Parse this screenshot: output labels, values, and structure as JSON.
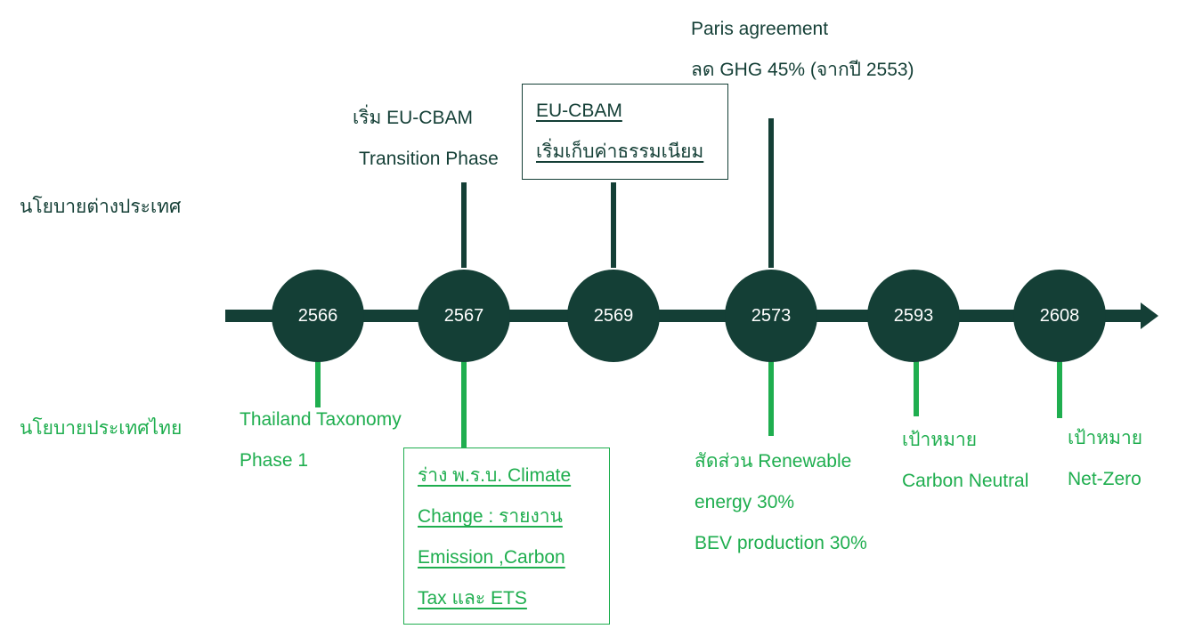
{
  "row_labels": {
    "foreign": "นโยบายต่างประเทศ",
    "thai": "นโยบายประเทศไทย"
  },
  "years": [
    "2566",
    "2567",
    "2569",
    "2573",
    "2593",
    "2608"
  ],
  "foreign_events": {
    "e2567": [
      "เริ่ม EU-CBAM",
      "Transition Phase"
    ],
    "e2569": [
      "EU-CBAM",
      "เริ่มเก็บค่าธรรมเนียม"
    ],
    "e2573": [
      "Paris agreement",
      "ลด GHG 45% (จากปี 2553)"
    ]
  },
  "thai_events": {
    "e2566": [
      "Thailand Taxonomy",
      "Phase 1"
    ],
    "e2567": [
      "ร่าง พ.ร.บ. Climate",
      "Change : รายงาน",
      "Emission ,Carbon",
      "Tax และ ETS"
    ],
    "e2573": [
      "สัดส่วน Renewable",
      "energy 30%",
      "BEV production 30%"
    ],
    "e2593": [
      "เป้าหมาย",
      "Carbon Neutral"
    ],
    "e2608": [
      "เป้าหมาย",
      "Net-Zero"
    ]
  },
  "colors": {
    "dark": "#143f36",
    "green": "#1fae4f"
  }
}
